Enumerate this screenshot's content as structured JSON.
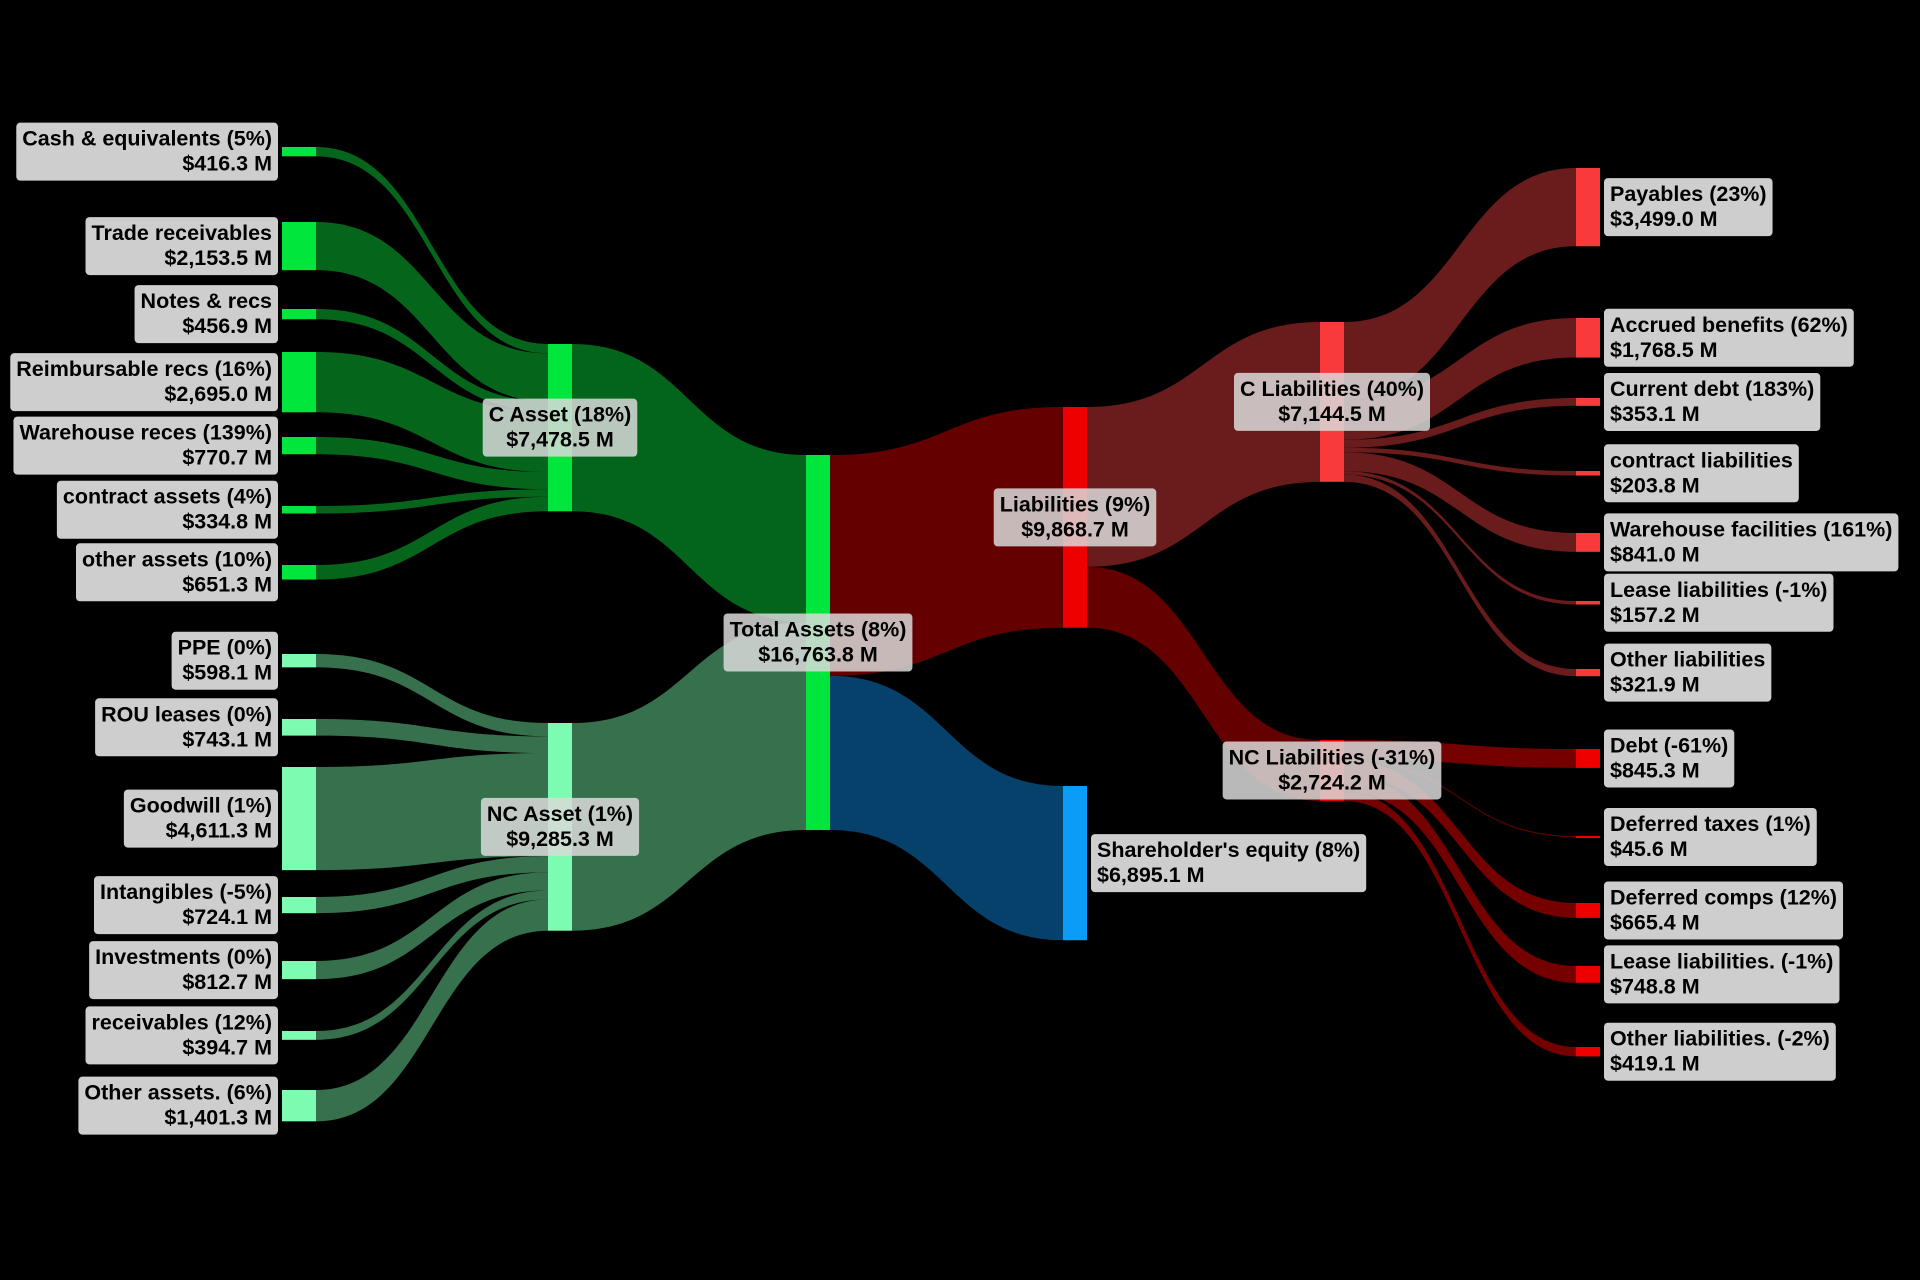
{
  "diagram": {
    "type": "sankey",
    "value_unit": "$ M",
    "nodes": [
      {
        "id": "cash",
        "label": "Cash & equivalents (5%)",
        "value_text": "$416.3 M",
        "value": 416.3,
        "color": "#00e63c",
        "link_color": "#056c1c"
      },
      {
        "id": "trade",
        "label": "Trade receivables",
        "value_text": "$2,153.5 M",
        "value": 2153.5,
        "color": "#00e63c",
        "link_color": "#056c1c"
      },
      {
        "id": "notes",
        "label": "Notes & recs",
        "value_text": "$456.9 M",
        "value": 456.9,
        "color": "#00e63c",
        "link_color": "#056c1c"
      },
      {
        "id": "reimb",
        "label": "Reimbursable recs (16%)",
        "value_text": "$2,695.0 M",
        "value": 2695.0,
        "color": "#00e63c",
        "link_color": "#056c1c"
      },
      {
        "id": "whrecs",
        "label": "Warehouse reces (139%)",
        "value_text": "$770.7 M",
        "value": 770.7,
        "color": "#00e63c",
        "link_color": "#056c1c"
      },
      {
        "id": "contract_assets",
        "label": "contract assets (4%)",
        "value_text": "$334.8 M",
        "value": 334.8,
        "color": "#00e63c",
        "link_color": "#056c1c"
      },
      {
        "id": "other_assets",
        "label": "other assets (10%)",
        "value_text": "$651.3 M",
        "value": 651.3,
        "color": "#00e63c",
        "link_color": "#056c1c"
      },
      {
        "id": "ppe",
        "label": "PPE (0%)",
        "value_text": "$598.1 M",
        "value": 598.1,
        "color": "#7dfbb0",
        "link_color": "#3a7650"
      },
      {
        "id": "rou",
        "label": "ROU leases (0%)",
        "value_text": "$743.1 M",
        "value": 743.1,
        "color": "#7dfbb0",
        "link_color": "#3a7650"
      },
      {
        "id": "goodwill",
        "label": "Goodwill (1%)",
        "value_text": "$4,611.3 M",
        "value": 4611.3,
        "color": "#7dfbb0",
        "link_color": "#3a7650"
      },
      {
        "id": "intangibles",
        "label": "Intangibles (-5%)",
        "value_text": "$724.1 M",
        "value": 724.1,
        "color": "#7dfbb0",
        "link_color": "#3a7650"
      },
      {
        "id": "investments",
        "label": "Investments (0%)",
        "value_text": "$812.7 M",
        "value": 812.7,
        "color": "#7dfbb0",
        "link_color": "#3a7650"
      },
      {
        "id": "nc_receivables",
        "label": "receivables (12%)",
        "value_text": "$394.7 M",
        "value": 394.7,
        "color": "#7dfbb0",
        "link_color": "#3a7650"
      },
      {
        "id": "nc_other_assets",
        "label": "Other assets. (6%)",
        "value_text": "$1,401.3 M",
        "value": 1401.3,
        "color": "#7dfbb0",
        "link_color": "#3a7650"
      },
      {
        "id": "c_asset",
        "label": "C Asset (18%)",
        "value_text": "$7,478.5 M",
        "value": 7478.5,
        "color": "#00e63c",
        "link_color": "#036a1c"
      },
      {
        "id": "nc_asset",
        "label": "NC Asset (1%)",
        "value_text": "$9,285.3 M",
        "value": 9285.3,
        "color": "#7dfbb0",
        "link_color": "#3a7650"
      },
      {
        "id": "total_assets",
        "label": "Total Assets (8%)",
        "value_text": "$16,763.8 M",
        "value": 16763.8,
        "color": "#00e63c"
      },
      {
        "id": "liabilities",
        "label": "Liabilities (9%)",
        "value_text": "$9,868.7 M",
        "value": 9868.7,
        "color": "#ee0000"
      },
      {
        "id": "equity",
        "label": "Shareholder's equity (8%)",
        "value_text": "$6,895.1 M",
        "value": 6895.1,
        "color": "#0b9cf8"
      },
      {
        "id": "c_liab",
        "label": "C Liabilities (40%)",
        "value_text": "$7,144.5 M",
        "value": 7144.5,
        "color": "#f83a3a"
      },
      {
        "id": "nc_liab",
        "label": "NC Liabilities (-31%)",
        "value_text": "$2,724.2 M",
        "value": 2724.2,
        "color": "#ee0000"
      },
      {
        "id": "payables",
        "label": "Payables (23%)",
        "value_text": "$3,499.0 M",
        "value": 3499.0,
        "color": "#f83a3a"
      },
      {
        "id": "accrued",
        "label": "Accrued benefits (62%)",
        "value_text": "$1,768.5 M",
        "value": 1768.5,
        "color": "#f83a3a"
      },
      {
        "id": "current_debt",
        "label": "Current debt (183%)",
        "value_text": "$353.1 M",
        "value": 353.1,
        "color": "#f83a3a"
      },
      {
        "id": "contract_liab",
        "label": "contract liabilities",
        "value_text": "$203.8 M",
        "value": 203.8,
        "color": "#f83a3a"
      },
      {
        "id": "wh_facilities",
        "label": "Warehouse facilities (161%)",
        "value_text": "$841.0 M",
        "value": 841.0,
        "color": "#f83a3a"
      },
      {
        "id": "lease_liab",
        "label": "Lease liabilities (-1%)",
        "value_text": "$157.2 M",
        "value": 157.2,
        "color": "#f83a3a"
      },
      {
        "id": "other_liab",
        "label": "Other liabilities",
        "value_text": "$321.9 M",
        "value": 321.9,
        "color": "#f83a3a"
      },
      {
        "id": "debt",
        "label": "Debt (-61%)",
        "value_text": "$845.3 M",
        "value": 845.3,
        "color": "#ee0000"
      },
      {
        "id": "deferred_taxes",
        "label": "Deferred taxes (1%)",
        "value_text": "$45.6 M",
        "value": 45.6,
        "color": "#ee0000"
      },
      {
        "id": "deferred_comps",
        "label": "Deferred comps (12%)",
        "value_text": "$665.4 M",
        "value": 665.4,
        "color": "#ee0000"
      },
      {
        "id": "nc_lease_liab",
        "label": "Lease liabilities. (-1%)",
        "value_text": "$748.8 M",
        "value": 748.8,
        "color": "#ee0000"
      },
      {
        "id": "nc_other_liab",
        "label": "Other liabilities. (-2%)",
        "value_text": "$419.1 M",
        "value": 419.1,
        "color": "#ee0000"
      }
    ],
    "links": [
      {
        "source": "cash",
        "target": "c_asset",
        "value": 416.3,
        "color": "#056c1c"
      },
      {
        "source": "trade",
        "target": "c_asset",
        "value": 2153.5,
        "color": "#056c1c"
      },
      {
        "source": "notes",
        "target": "c_asset",
        "value": 456.9,
        "color": "#056c1c"
      },
      {
        "source": "reimb",
        "target": "c_asset",
        "value": 2695.0,
        "color": "#056c1c"
      },
      {
        "source": "whrecs",
        "target": "c_asset",
        "value": 770.7,
        "color": "#056c1c"
      },
      {
        "source": "contract_assets",
        "target": "c_asset",
        "value": 334.8,
        "color": "#056c1c"
      },
      {
        "source": "other_assets",
        "target": "c_asset",
        "value": 651.3,
        "color": "#056c1c"
      },
      {
        "source": "ppe",
        "target": "nc_asset",
        "value": 598.1,
        "color": "#3a7650"
      },
      {
        "source": "rou",
        "target": "nc_asset",
        "value": 743.1,
        "color": "#3a7650"
      },
      {
        "source": "goodwill",
        "target": "nc_asset",
        "value": 4611.3,
        "color": "#3a7650"
      },
      {
        "source": "intangibles",
        "target": "nc_asset",
        "value": 724.1,
        "color": "#3a7650"
      },
      {
        "source": "investments",
        "target": "nc_asset",
        "value": 812.7,
        "color": "#3a7650"
      },
      {
        "source": "nc_receivables",
        "target": "nc_asset",
        "value": 394.7,
        "color": "#3a7650"
      },
      {
        "source": "nc_other_assets",
        "target": "nc_asset",
        "value": 1401.3,
        "color": "#3a7650"
      },
      {
        "source": "c_asset",
        "target": "total_assets",
        "value": 7478.5,
        "color": "#036a1c"
      },
      {
        "source": "nc_asset",
        "target": "total_assets",
        "value": 9285.3,
        "color": "#3a7650"
      },
      {
        "source": "total_assets",
        "target": "liabilities",
        "value": 9868.7,
        "color": "#6a0000"
      },
      {
        "source": "total_assets",
        "target": "equity",
        "value": 6895.1,
        "color": "#054570"
      },
      {
        "source": "liabilities",
        "target": "c_liab",
        "value": 7144.5,
        "color": "#701c1c"
      },
      {
        "source": "liabilities",
        "target": "nc_liab",
        "value": 2724.2,
        "color": "#6a0000"
      },
      {
        "source": "c_liab",
        "target": "payables",
        "value": 3499.0,
        "color": "#701c1c"
      },
      {
        "source": "c_liab",
        "target": "accrued",
        "value": 1768.5,
        "color": "#701c1c"
      },
      {
        "source": "c_liab",
        "target": "current_debt",
        "value": 353.1,
        "color": "#701c1c"
      },
      {
        "source": "c_liab",
        "target": "contract_liab",
        "value": 203.8,
        "color": "#701c1c"
      },
      {
        "source": "c_liab",
        "target": "wh_facilities",
        "value": 841.0,
        "color": "#701c1c"
      },
      {
        "source": "c_liab",
        "target": "lease_liab",
        "value": 157.2,
        "color": "#701c1c"
      },
      {
        "source": "c_liab",
        "target": "other_liab",
        "value": 321.9,
        "color": "#701c1c"
      },
      {
        "source": "nc_liab",
        "target": "debt",
        "value": 845.3,
        "color": "#7a0000"
      },
      {
        "source": "nc_liab",
        "target": "deferred_taxes",
        "value": 45.6,
        "color": "#7a0000"
      },
      {
        "source": "nc_liab",
        "target": "deferred_comps",
        "value": 665.4,
        "color": "#7a0000"
      },
      {
        "source": "nc_liab",
        "target": "nc_lease_liab",
        "value": 748.8,
        "color": "#7a0000"
      },
      {
        "source": "nc_liab",
        "target": "nc_other_liab",
        "value": 419.1,
        "color": "#7a0000"
      }
    ]
  }
}
